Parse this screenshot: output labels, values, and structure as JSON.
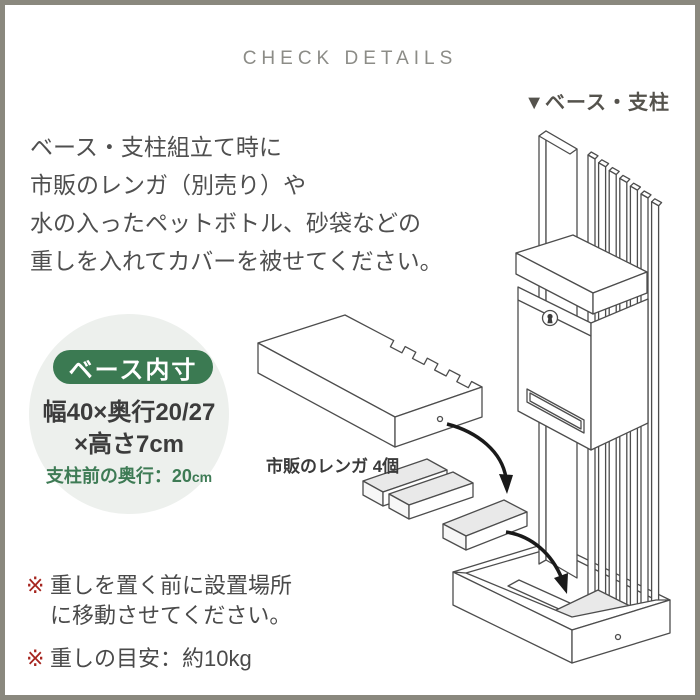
{
  "header": {
    "title": "CHECK DETAILS"
  },
  "section": {
    "marker": "▼",
    "label": "ベース・支柱"
  },
  "description": {
    "lines": [
      "ベース・支柱組立て時に",
      "市販のレンガ（別売り）や",
      "水の入ったペットボトル、砂袋などの",
      "重しを入れてカバーを被せてください。"
    ]
  },
  "badge": {
    "title": "ベース内寸",
    "dimension_line1": "幅40×奥行20/27",
    "dimension_line2": "×高さ7cm",
    "pillar_note": "支柱前の奥行：20",
    "pillar_note_unit": "cm"
  },
  "illustration": {
    "bricks_label": "市販のレンガ 4個"
  },
  "notes": [
    {
      "marker": "※",
      "line1": "重しを置く前に設置場所",
      "line2": "に移動させてください。"
    },
    {
      "marker": "※",
      "line1": "重しの目安：約10kg",
      "line2": ""
    }
  ],
  "colors": {
    "accent_green": "#3b7a52",
    "note_green": "#3e7b55",
    "marker_red": "#a6251f",
    "frame_gray": "#8a887e",
    "circle_bg": "#edf0ed",
    "line_art": "#4d4d4d"
  }
}
